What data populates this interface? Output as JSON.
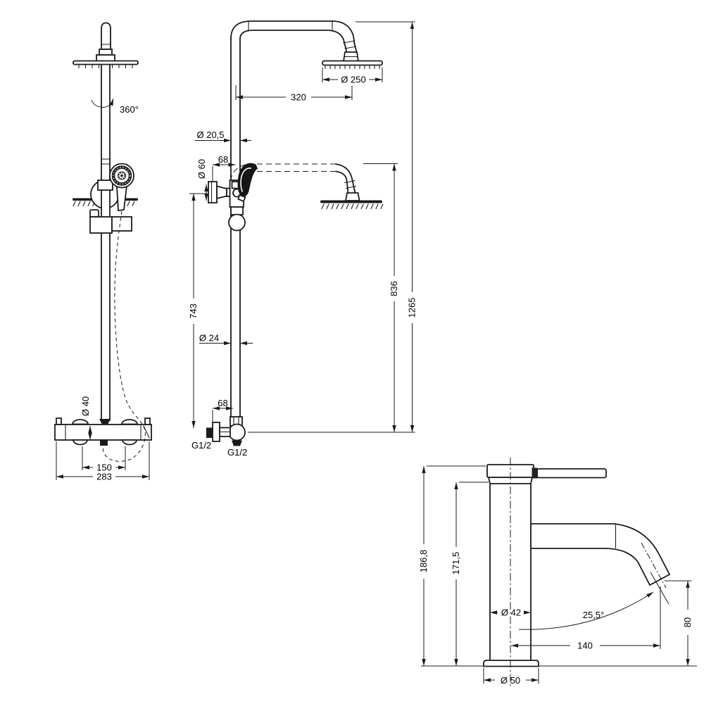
{
  "side_view": {
    "rotation": "360°",
    "valve_diameter": "Ø 40",
    "inlet_spacing": "150",
    "valve_width": "283"
  },
  "front_view": {
    "head_diameter": "Ø 250",
    "arm_reach": "320",
    "top_pipe_diameter": "Ø 20,5",
    "top_wall_offset": "68",
    "wall_flange_diameter": "Ø 60",
    "total_height": "1265",
    "lowered_head_height": "836",
    "wall_bracket_span": "743",
    "riser_pipe_diameter": "Ø 24",
    "bottom_wall_offset": "68",
    "wall_connection_thread": "G1/2",
    "bottom_connection_thread": "G1/2"
  },
  "faucet_view": {
    "total_height": "186,8",
    "spout_base_height": "171,5",
    "body_diameter": "Ø 42",
    "spout_angle": "25,5°",
    "spout_reach": "140",
    "outlet_height": "80",
    "base_diameter": "Ø 50"
  }
}
